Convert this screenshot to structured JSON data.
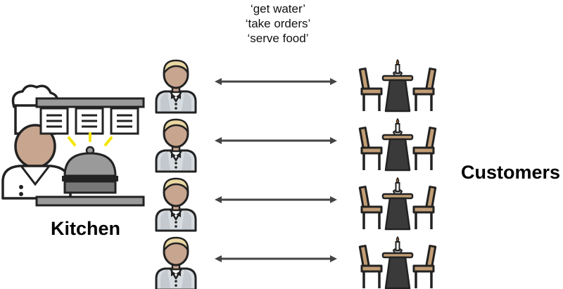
{
  "actions": [
    "‘get water’",
    "‘take orders’",
    "‘serve food’"
  ],
  "kitchen_label": "Kitchen",
  "customers_label": "Customers",
  "rows": 4,
  "colors": {
    "outline": "#222222",
    "skin": "#c8a58f",
    "hair": "#e9d6a1",
    "vest": "#d6dce0",
    "wood": "#c29e75",
    "table": "#3a3a3a",
    "metal": "#9a9a9a",
    "accent": "#f4e600",
    "arrow": "#444444"
  },
  "icons": [
    "chef-icon",
    "order-tickets-icon",
    "food-cloche-icon",
    "waiter-icon",
    "dining-table-icon",
    "bidirectional-arrow-icon"
  ]
}
